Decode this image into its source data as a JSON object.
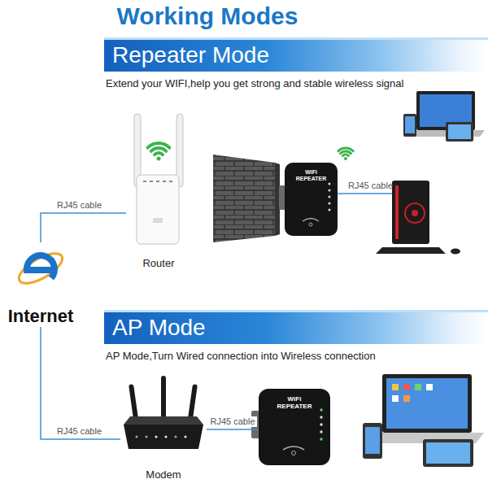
{
  "diagram": {
    "title": "Working Modes",
    "nodes": [
      {
        "text": [
          "Repeater Mode"
        ]
      },
      {
        "text": [
          "Router"
        ]
      },
      {
        "text": [
          "WiFi REPEATER"
        ]
      },
      {
        "text": [
          "Internet"
        ]
      },
      {
        "text": [
          "AP Mode"
        ]
      },
      {
        "text": [
          "Modem"
        ]
      },
      {
        "text": [
          "WiFi REPEATER"
        ]
      }
    ],
    "edges": [
      {
        "from": 3,
        "to": 1,
        "label": "RJ45 cable",
        "arrow": "none"
      },
      {
        "from": 3,
        "to": 5,
        "label": "RJ45 cable",
        "arrow": "none"
      },
      {
        "from": 5,
        "to": 6,
        "label": "RJ45 cable",
        "arrow": "none"
      }
    ],
    "labels": [
      "Extend your WIFI,help you get strong and stable wireless signal",
      "RJ45 cable",
      "AP Mode,Turn Wired connection into Wireless connection"
    ]
  }
}
